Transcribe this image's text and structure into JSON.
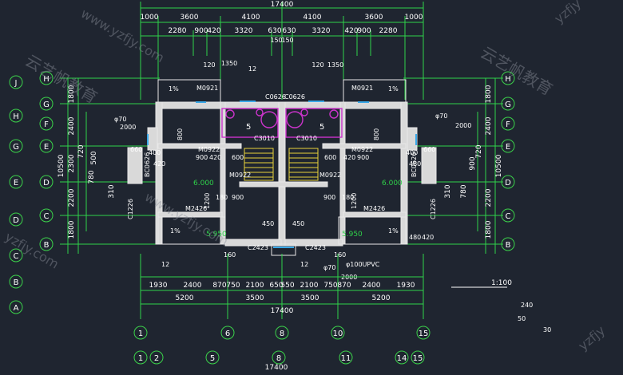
{
  "drawing": {
    "scale": "1:100",
    "overall_width": "17400",
    "top_dims_row1": [
      "1000",
      "3600",
      "4100",
      "4100",
      "3600",
      "1000"
    ],
    "top_dims_row2": [
      "2280",
      "900",
      "420",
      "3320",
      "630",
      "630",
      "3320",
      "420",
      "900",
      "2280"
    ],
    "top_small": [
      "150",
      "150",
      "120",
      "1350",
      "12",
      "120",
      "1350"
    ],
    "bottom_dims_row1": [
      "1930",
      "2400",
      "870",
      "750",
      "2100",
      "650",
      "550",
      "2100",
      "750",
      "870",
      "2400",
      "1930"
    ],
    "bottom_dims_row2": [
      "5200",
      "3500",
      "3500",
      "5200"
    ],
    "bottom_dims_row3": "17400",
    "bottom_total_repeat": "17400",
    "left_dims_outer": [
      "1800",
      "2400",
      "10500"
    ],
    "left_dims_inner": [
      "720",
      "2300",
      "500",
      "780",
      "2200",
      "310",
      "1800"
    ],
    "right_dims_outer": [
      "1800",
      "2400",
      "10500"
    ],
    "right_dims_inner": [
      "720",
      "900",
      "2200",
      "310",
      "780",
      "1800"
    ],
    "col_axes_row1": [
      "1",
      "6",
      "8",
      "10",
      "15"
    ],
    "col_axes_row2": [
      "1",
      "2",
      "5",
      "8",
      "11",
      "14",
      "15"
    ],
    "row_axes_left_outer": [
      "J",
      "H",
      "G",
      "E",
      "D",
      "C",
      "B",
      "A"
    ],
    "row_axes_left_inner": [
      "H",
      "G",
      "F",
      "E",
      "D",
      "C",
      "B"
    ],
    "row_axes_right": [
      "H",
      "G",
      "F",
      "E",
      "D",
      "C",
      "B"
    ],
    "labels_doors": [
      "M0921",
      "M0921",
      "M0922",
      "M0922",
      "M0922",
      "M0922",
      "M2426",
      "M2426"
    ],
    "labels_windows": [
      "C0626",
      "C0626",
      "C3010",
      "C3010",
      "C2423",
      "C2423",
      "C1226",
      "C1226",
      "BC0626",
      "BC0626"
    ],
    "levels": [
      "6.000",
      "6.000",
      "5.950",
      "5.950"
    ],
    "slopes": [
      "1%",
      "1%",
      "1%",
      "1%"
    ],
    "pipes": [
      "φ70",
      "φ70",
      "φ70",
      "φ100UPVC"
    ],
    "misc_nums": [
      "2000",
      "2000",
      "2000",
      "660",
      "660",
      "400",
      "400",
      "600",
      "600",
      "900",
      "420",
      "420",
      "900",
      "900",
      "180",
      "180",
      "900",
      "450",
      "450",
      "1200",
      "1200",
      "800",
      "800",
      "160",
      "160",
      "12",
      "12",
      "480",
      "420",
      "5",
      "5",
      "240",
      "50",
      "30",
      "420",
      "480"
    ],
    "watermarks": [
      "云艺帆教育",
      "云艺帆教育",
      "www.yzfjy.com",
      "www.yzfjy.com",
      "yzfjy",
      "yzfjy.com",
      "yzfjy"
    ]
  },
  "colors": {
    "background": "#1f2530",
    "dim_line": "#2fd24a",
    "dim_text": "#ffffff",
    "wall": "#e8e8e8",
    "wall_fill": "#d9d9d9",
    "axis": "#3bd24a",
    "hatch": "#cc33cc",
    "window": "#3aa8e8",
    "stair": "#e8d23a",
    "level_text": "#2fd24a",
    "watermark": "#8a8f99"
  }
}
